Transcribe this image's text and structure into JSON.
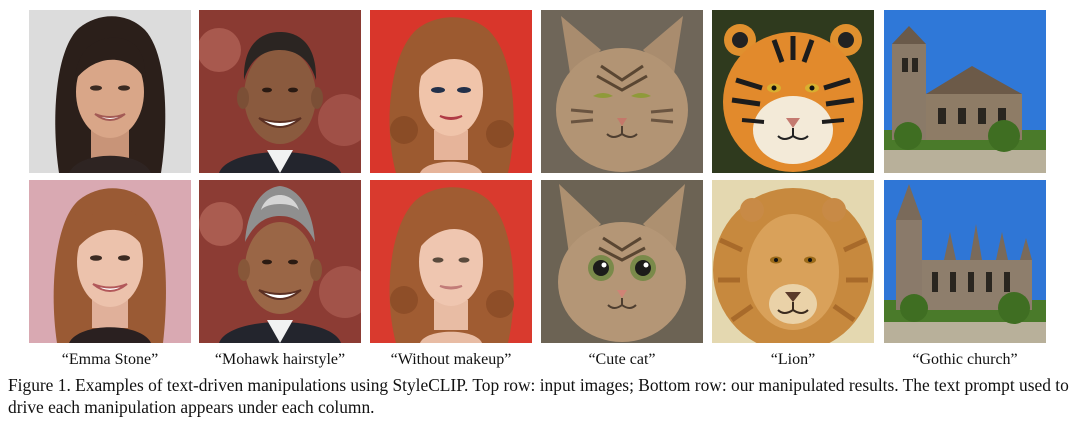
{
  "figure": {
    "caption": "Figure 1. Examples of text-driven manipulations using StyleCLIP. Top row: input images; Bottom row: our manipulated results. The text prompt used to drive each manipulation appears under each column.",
    "columns": [
      {
        "prompt": "“Emma Stone”",
        "top_image": "portrait of a smiling woman with long dark hair",
        "bottom_image": "portrait of a smiling woman with auburn hair"
      },
      {
        "prompt": "“Mohawk hairstyle”",
        "top_image": "portrait of a smiling man with short dark hair",
        "bottom_image": "portrait of the smiling man with a grey mohawk"
      },
      {
        "prompt": "“Without makeup”",
        "top_image": "portrait of a woman with curly auburn hair wearing makeup",
        "bottom_image": "portrait of the woman without makeup"
      },
      {
        "prompt": "“Cute cat”",
        "top_image": "tabby cat face",
        "bottom_image": "tabby kitten face with large eyes"
      },
      {
        "prompt": "“Lion”",
        "top_image": "tiger face",
        "bottom_image": "lion face"
      },
      {
        "prompt": "“Gothic church”",
        "top_image": "stone church under blue sky",
        "bottom_image": "gothic cathedral with spires under blue sky"
      }
    ]
  }
}
